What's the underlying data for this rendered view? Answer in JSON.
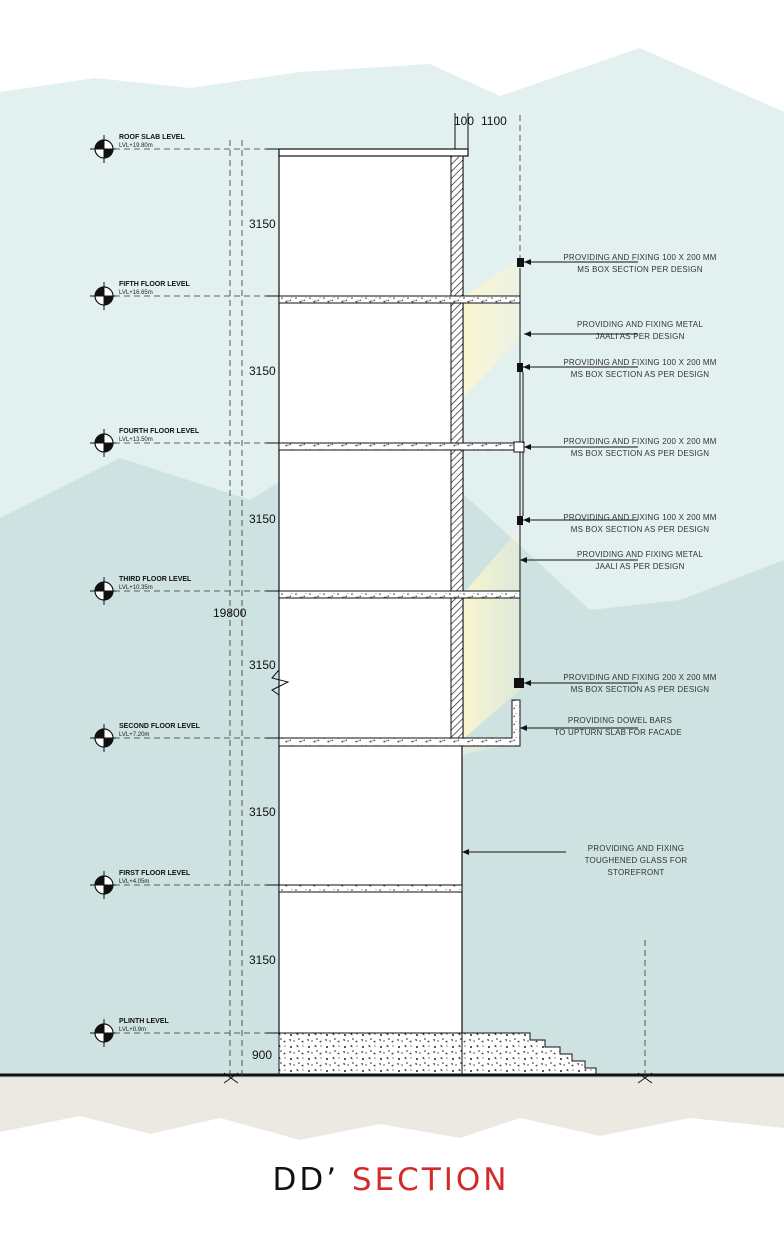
{
  "title": {
    "part1": "DD’ ",
    "part2": "SECTION"
  },
  "colors": {
    "title_black": "#111111",
    "title_red": "#d42a2a",
    "sky_light": "#e3f0f0",
    "sky_dark": "#cde2e1",
    "ground": "#ece9e3",
    "sun_glow": "#fbf7d8"
  },
  "levels": [
    {
      "name": "ROOF SLAB LEVEL",
      "value": "LVL+19.80m"
    },
    {
      "name": "FIFTH FLOOR LEVEL",
      "value": "LVL+16.65m"
    },
    {
      "name": "FOURTH FLOOR LEVEL",
      "value": "LVL+13.50m"
    },
    {
      "name": "THIRD FLOOR LEVEL",
      "value": "LVL+10.35m"
    },
    {
      "name": "SECOND FLOOR LEVEL",
      "value": "LVL+7.20m"
    },
    {
      "name": "FIRST FLOOR LEVEL",
      "value": "LVL+4.05m"
    },
    {
      "name": "PLINTH LEVEL",
      "value": "LVL+0.9m"
    }
  ],
  "dimensions": {
    "floor_heights": [
      "3150",
      "3150",
      "3150",
      "3150",
      "3150",
      "3150"
    ],
    "plinth": "900",
    "total": "19800",
    "top_wall": "100",
    "top_offset": "1100"
  },
  "annotations": [
    {
      "line1": "PROVIDING AND FIXING 100 X 200 MM",
      "line2": "MS BOX SECTION PER DESIGN"
    },
    {
      "line1": "PROVIDING AND FIXING METAL",
      "line2": "JAALI AS PER DESIGN"
    },
    {
      "line1": "PROVIDING AND FIXING 100 X 200 MM",
      "line2": "MS BOX SECTION AS PER DESIGN"
    },
    {
      "line1": "PROVIDING AND FIXING 200 X 200 MM",
      "line2": "MS BOX SECTION AS PER DESIGN"
    },
    {
      "line1": "PROVIDING AND FIXING 100 X 200 MM",
      "line2": "MS BOX SECTION AS PER DESIGN"
    },
    {
      "line1": "PROVIDING AND FIXING METAL",
      "line2": "JAALI AS PER DESIGN"
    },
    {
      "line1": "PROVIDING AND FIXING 200 X 200 MM",
      "line2": "MS BOX SECTION AS PER DESIGN"
    },
    {
      "line1": "PROVIDING DOWEL BARS",
      "line2": "TO UPTURN SLAB FOR FACADE"
    }
  ],
  "storefront_note": {
    "line1": "PROVIDING AND FIXING",
    "line2": "TOUGHENED GLASS FOR",
    "line3": "STOREFRONT"
  }
}
